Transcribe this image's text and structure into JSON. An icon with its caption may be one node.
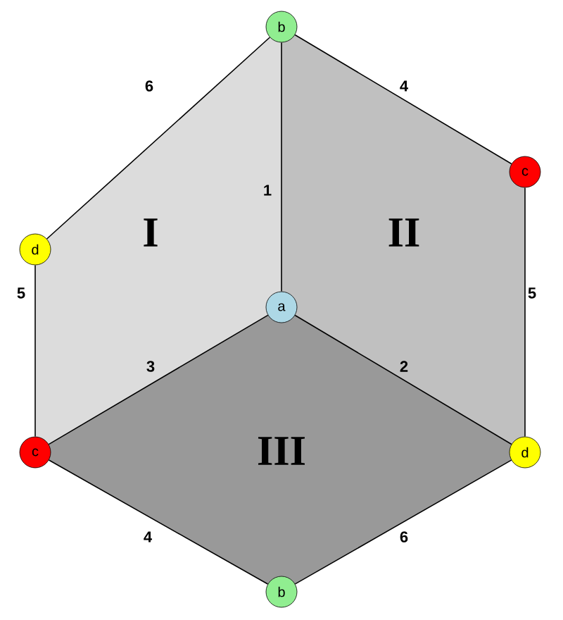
{
  "diagram": {
    "nodes": [
      {
        "text": [
          "b"
        ]
      },
      {
        "text": [
          "d"
        ]
      },
      {
        "text": [
          "I"
        ]
      },
      {
        "text": [
          "c"
        ]
      },
      {
        "text": [
          "II"
        ]
      },
      {
        "text": [
          "a"
        ]
      },
      {
        "text": [
          "c"
        ]
      },
      {
        "text": [
          "III"
        ]
      },
      {
        "text": [
          "d"
        ]
      },
      {
        "text": [
          "b"
        ]
      }
    ],
    "edges": [
      {
        "from": 0,
        "to": 1,
        "arrow": "none",
        "label": "6"
      },
      {
        "from": 0,
        "to": 3,
        "arrow": "none",
        "label": "4"
      },
      {
        "from": 0,
        "to": 5,
        "arrow": "none",
        "label": "1"
      },
      {
        "from": 1,
        "to": 6,
        "arrow": "none",
        "label": "5"
      },
      {
        "from": 3,
        "to": 8,
        "arrow": "none",
        "label": "5"
      },
      {
        "from": 5,
        "to": 6,
        "arrow": "none",
        "label": "3"
      },
      {
        "from": 5,
        "to": 8,
        "arrow": "none",
        "label": "2"
      },
      {
        "from": 6,
        "to": 9,
        "arrow": "none",
        "label": "4"
      },
      {
        "from": 8,
        "to": 9,
        "arrow": "none",
        "label": "6"
      }
    ]
  }
}
